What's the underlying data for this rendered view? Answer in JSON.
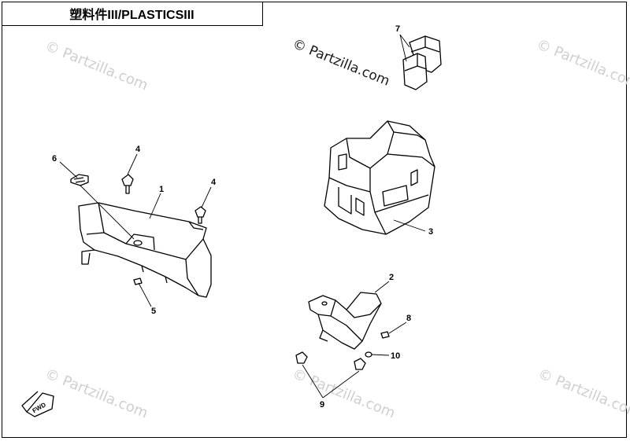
{
  "title": "塑料件III/PLASTICSIII",
  "watermark": "© Partzilla.com",
  "callouts": {
    "c1": "1",
    "c2": "2",
    "c3": "3",
    "c4a": "4",
    "c4b": "4",
    "c5": "5",
    "c6": "6",
    "c7": "7",
    "c8": "8",
    "c9": "9",
    "c10": "10"
  },
  "fwd_label": "FWD"
}
